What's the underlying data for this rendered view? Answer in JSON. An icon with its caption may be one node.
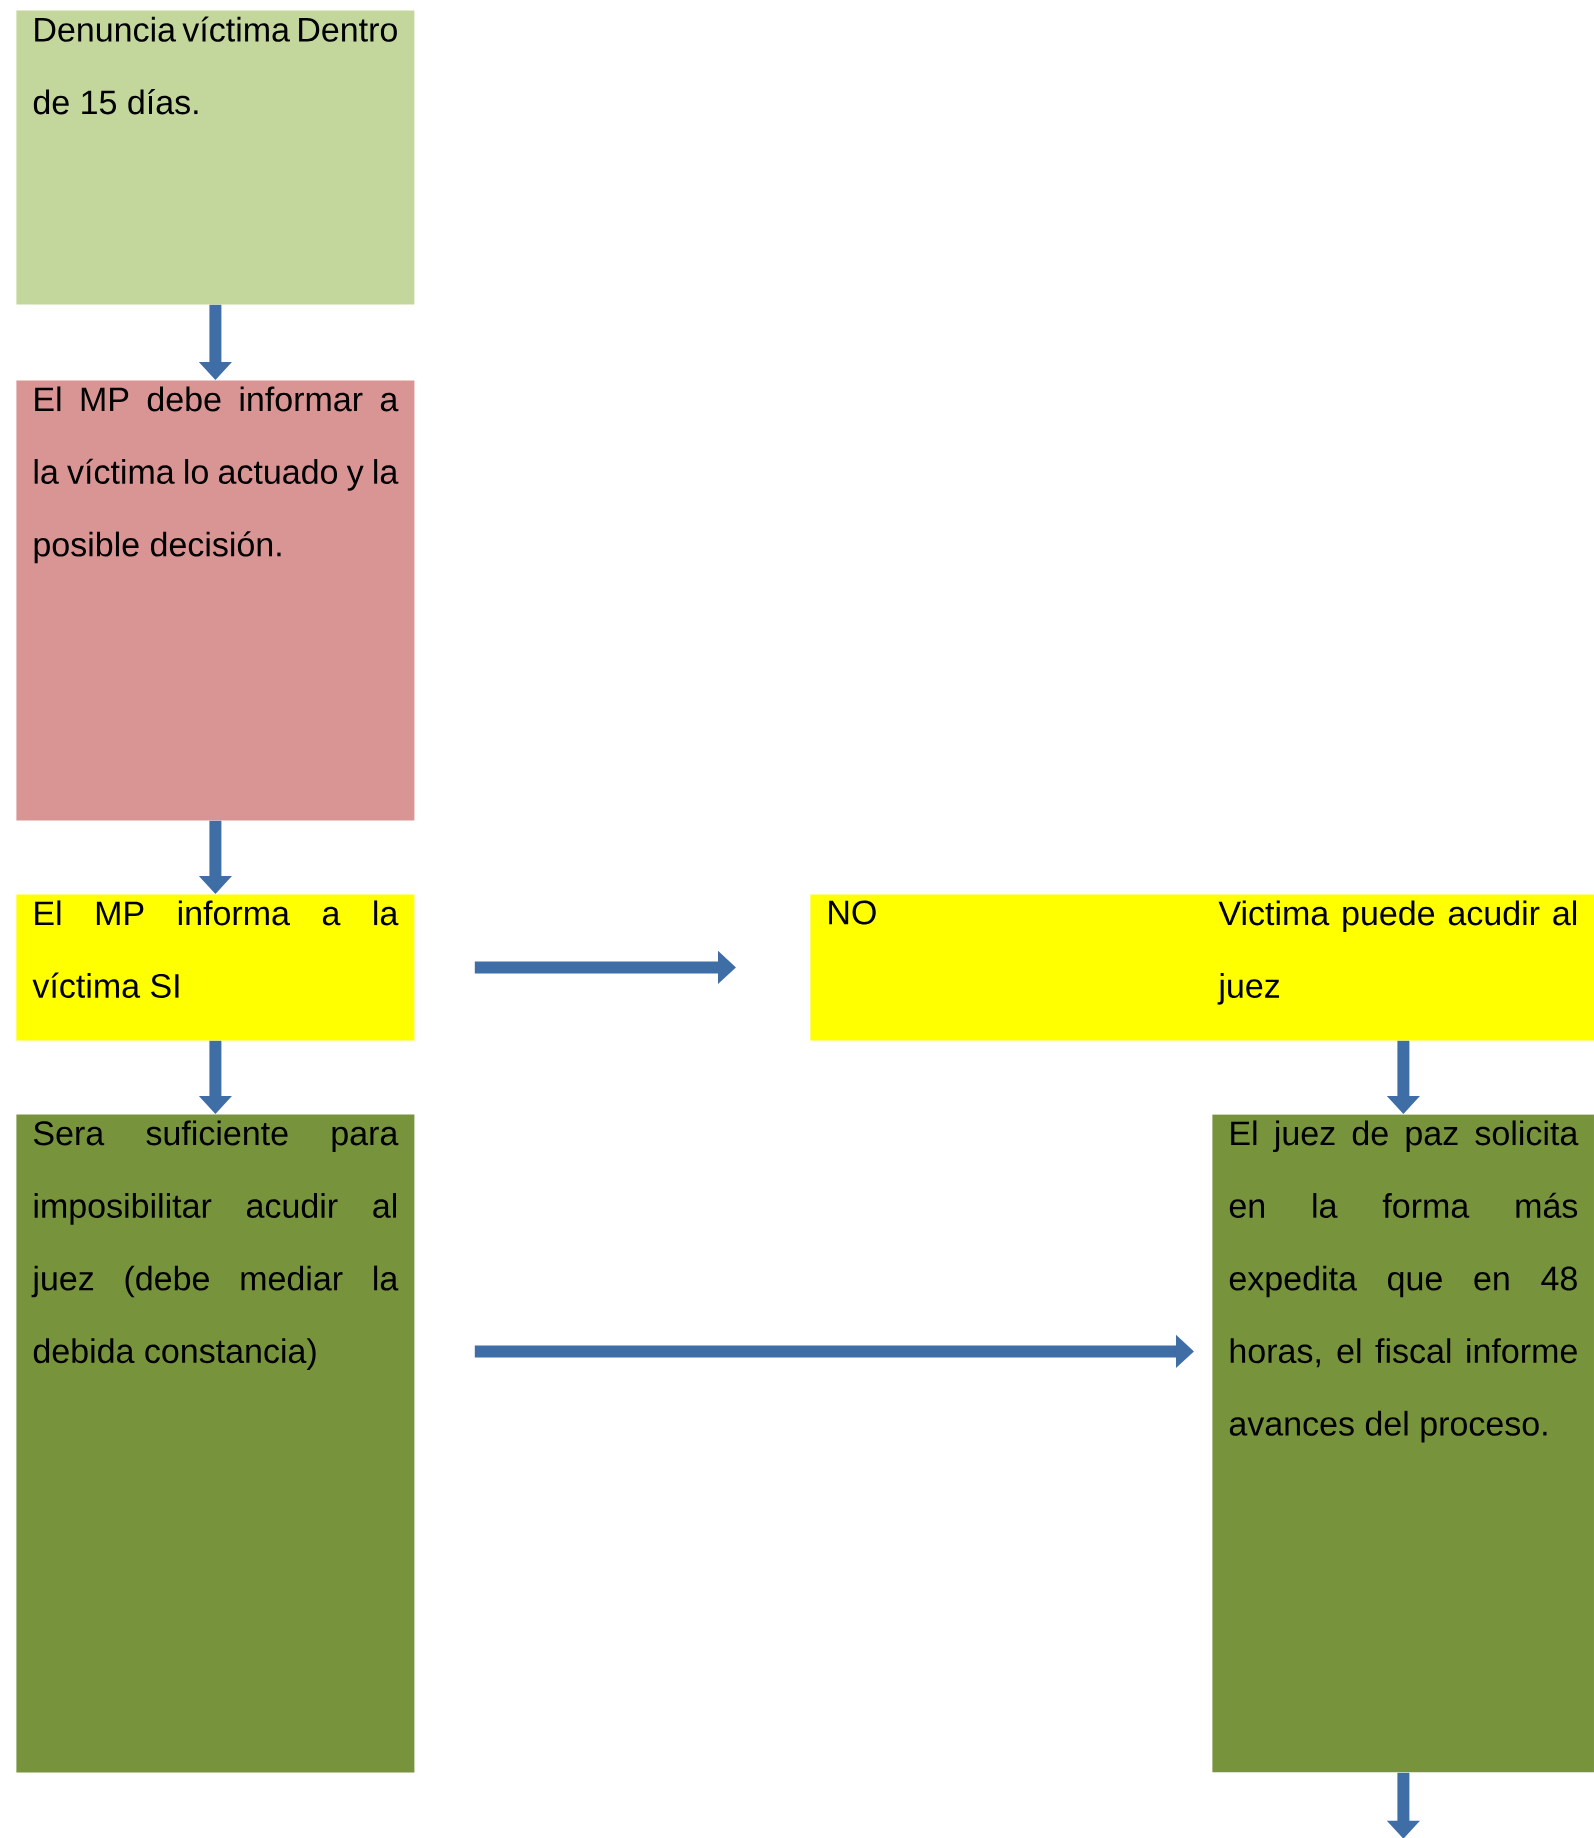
{
  "diagram": {
    "nodes": [
      {
        "text": [
          "Denuncia víctima Dentro de 15 días."
        ]
      },
      {
        "text": [
          "El MP debe informar a la víctima lo actuado y la posible decisión."
        ]
      },
      {
        "text": [
          "El MP informa a la víctima SI"
        ]
      },
      {
        "text": [
          "NO",
          "Victima puede acudir al juez"
        ]
      },
      {
        "text": [
          "Sera suficiente para imposibilitar acudir al juez (debe mediar la debida constancia)"
        ]
      },
      {
        "text": [
          "El juez de paz solicita en la forma más expedita que en 48 horas, el fiscal informe avances del proceso."
        ]
      }
    ],
    "edges": [
      {
        "from": 0,
        "to": 1,
        "arrow": "to"
      },
      {
        "from": 1,
        "to": 2,
        "arrow": "to"
      },
      {
        "from": 2,
        "to": 3,
        "arrow": "to"
      },
      {
        "from": 2,
        "to": 4,
        "arrow": "to"
      },
      {
        "from": 3,
        "to": 5,
        "arrow": "to"
      },
      {
        "from": 4,
        "to": 5,
        "arrow": "to"
      },
      {
        "from": 5,
        "to": null,
        "arrow": "to"
      }
    ]
  }
}
